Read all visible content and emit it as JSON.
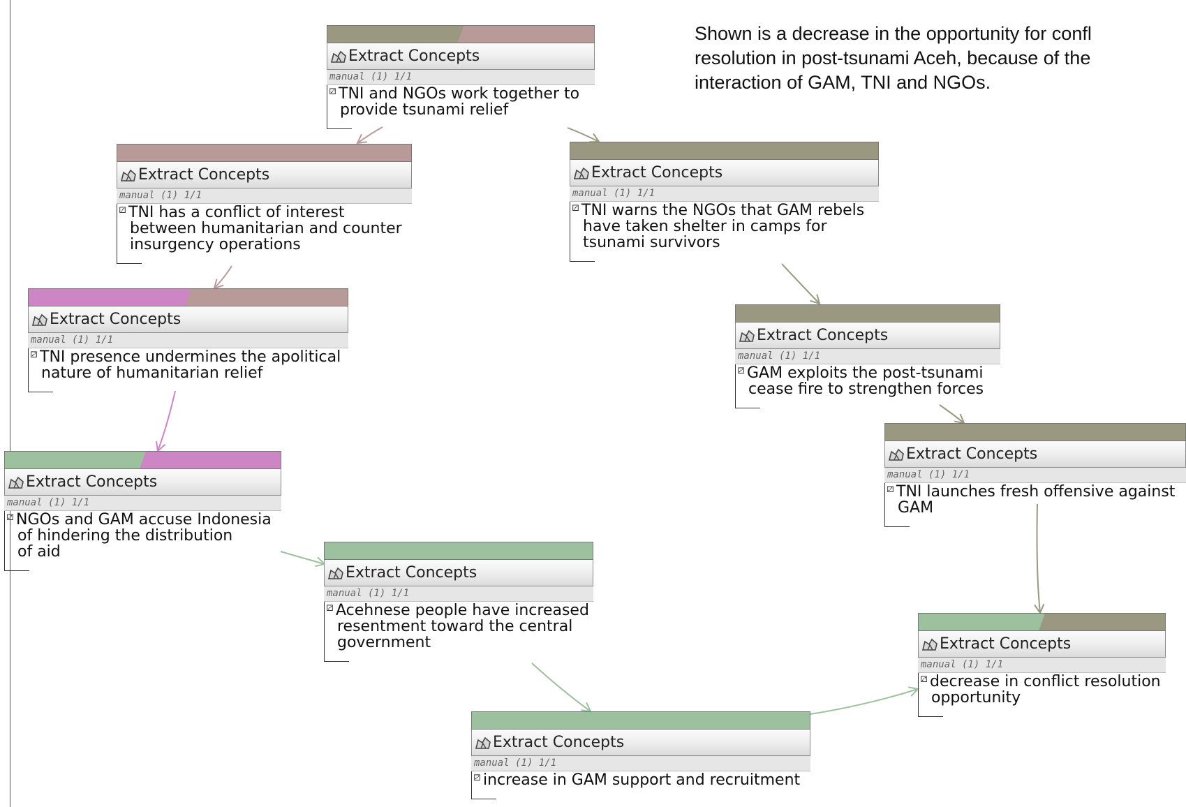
{
  "caption": "Shown is a decrease in the opportunity for confl\nresolution in post-tsunami Aceh, because of the\ninteraction of GAM, TNI and NGOs.",
  "colors": {
    "olive": "#9a9880",
    "mauve": "#b89a98",
    "pink": "#cc85c5",
    "green": "#9dc09e",
    "arrow_olive": "#9a9880",
    "arrow_mauve": "#b89a98",
    "arrow_pink": "#cc85c5",
    "arrow_green": "#9dc09e"
  },
  "nodes": [
    {
      "id": "n1",
      "title": "Extract Concepts",
      "meta": "manual (1) 1/1",
      "text": "TNI and NGOs work together to\n provide tsunami relief",
      "header": [
        "olive",
        "mauve"
      ]
    },
    {
      "id": "n2",
      "title": "Extract Concepts",
      "meta": "manual (1) 1/1",
      "text": "TNI has a conflict of interest\n between humanitarian and counter\n insurgency operations",
      "header": [
        "mauve"
      ]
    },
    {
      "id": "n3",
      "title": "Extract Concepts",
      "meta": "manual (1) 1/1",
      "text": "TNI warns the NGOs that GAM rebels\n have taken shelter in camps for\n tsunami survivors",
      "header": [
        "olive"
      ]
    },
    {
      "id": "n4",
      "title": "Extract Concepts",
      "meta": "manual (1) 1/1",
      "text": "TNI presence undermines the apolitical\n nature of humanitarian relief",
      "header": [
        "pink",
        "mauve"
      ]
    },
    {
      "id": "n5",
      "title": "Extract Concepts",
      "meta": "manual (1) 1/1",
      "text": "GAM exploits the post-tsunami\n cease fire to strengthen forces",
      "header": [
        "olive"
      ]
    },
    {
      "id": "n6",
      "title": "Extract Concepts",
      "meta": "manual (1) 1/1",
      "text": "NGOs and GAM accuse Indonesia\n of hindering the distribution\n of aid",
      "header": [
        "green",
        "pink"
      ]
    },
    {
      "id": "n7",
      "title": "Extract Concepts",
      "meta": "manual (1) 1/1",
      "text": "TNI launches fresh offensive against\n GAM",
      "header": [
        "olive"
      ]
    },
    {
      "id": "n8",
      "title": "Extract Concepts",
      "meta": "manual (1) 1/1",
      "text": "Acehnese people have increased\n resentment toward the central\n government",
      "header": [
        "green"
      ]
    },
    {
      "id": "n9",
      "title": "Extract Concepts",
      "meta": "manual (1) 1/1",
      "text": "decrease in conflict resolution\n opportunity",
      "header": [
        "green",
        "olive"
      ]
    },
    {
      "id": "n10",
      "title": "Extract Concepts",
      "meta": "manual (1) 1/1",
      "text": "increase in GAM support and recruitment",
      "header": [
        "green"
      ]
    }
  ],
  "links": [
    {
      "from": "n1",
      "to": "n2",
      "color": "arrow_mauve"
    },
    {
      "from": "n1",
      "to": "n3",
      "color": "arrow_olive"
    },
    {
      "from": "n2",
      "to": "n4",
      "color": "arrow_mauve"
    },
    {
      "from": "n4",
      "to": "n6",
      "color": "arrow_pink"
    },
    {
      "from": "n3",
      "to": "n5",
      "color": "arrow_olive"
    },
    {
      "from": "n5",
      "to": "n7",
      "color": "arrow_olive"
    },
    {
      "from": "n7",
      "to": "n9",
      "color": "arrow_olive"
    },
    {
      "from": "n6",
      "to": "n8",
      "color": "arrow_green"
    },
    {
      "from": "n8",
      "to": "n10",
      "color": "arrow_green"
    },
    {
      "from": "n10",
      "to": "n9",
      "color": "arrow_green"
    }
  ]
}
